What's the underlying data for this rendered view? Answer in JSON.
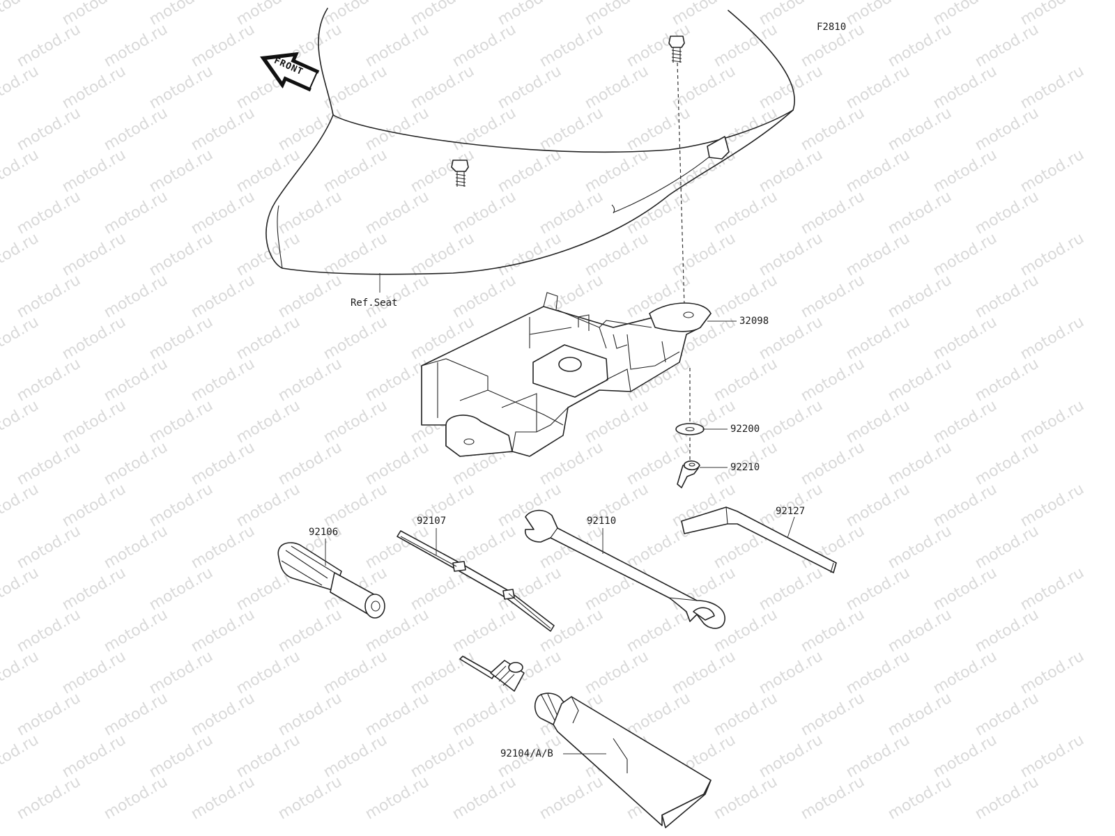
{
  "figure_code": "F2810",
  "watermark": "motod.ru",
  "direction_arrow": {
    "text": "FRONT",
    "icon": "front-arrow-icon"
  },
  "callouts": {
    "ref_seat": "Ref.Seat",
    "p32098": "32098",
    "p92200": "92200",
    "p92210": "92210",
    "p92106": "92106",
    "p92107": "92107",
    "p92110": "92110",
    "p92127": "92127",
    "p92104": "92104/A/B"
  }
}
